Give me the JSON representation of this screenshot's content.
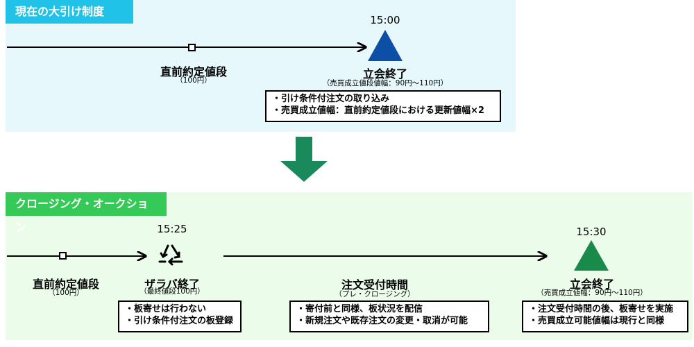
{
  "top": {
    "title": "現在の大引け制度",
    "close_time": "15:00",
    "last_price_label": "直前約定値段",
    "last_price_value": "（100円）",
    "close_label": "立会終了",
    "close_sub": "（売買成立値段値幅：90円〜110円）",
    "notes": [
      "・引け条件付注文の取り込み",
      "・売買成立値幅：直前約定値段における更新値幅×2"
    ]
  },
  "bottom": {
    "title": "クロージング・オークション",
    "zaraba_time": "15:25",
    "close_time": "15:30",
    "last_price_label": "直前約定値段",
    "last_price_value": "（100円）",
    "zaraba_label": "ザラバ終了",
    "zaraba_sub": "（最終値段100円）",
    "accept_label": "注文受付時間",
    "accept_sub": "（プレ・クロージング）",
    "close_label": "立会終了",
    "close_sub": "（売買成立値幅：90円〜110円）",
    "zaraba_notes": [
      "・板寄せは行わない",
      "・引け条件付注文の板登録"
    ],
    "accept_notes": [
      "・寄付前と同様、板状況を配信",
      "・新規注文や既存注文の変更・取消が可能"
    ],
    "close_notes": [
      "・注文受付時間の後、板寄せを実施",
      "・売買成立可能値幅は現行と同様"
    ]
  },
  "colors": {
    "top_panel": "#e6f8fc",
    "top_title": "#20c2e8",
    "top_triangle": "#0d4ea6",
    "bottom_panel": "#ecfceb",
    "bottom_title": "#35c957",
    "bottom_triangle": "#1a8a4a",
    "down_arrow": "#1a8a5c"
  },
  "icons": [
    "price-square-icon",
    "close-triangle-icon",
    "zaraba-recycle-triangle-icon",
    "down-arrow-icon"
  ]
}
